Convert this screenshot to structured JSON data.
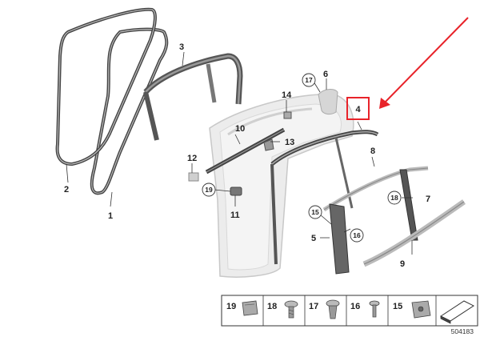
{
  "diagram": {
    "colors": {
      "highlight": "#e8232a",
      "line": "#333333",
      "seal": "#555555",
      "door": "#e6e6e6"
    },
    "callouts": {
      "n1": "1",
      "n2": "2",
      "n3": "3",
      "n4": "4",
      "n5": "5",
      "n6": "6",
      "n7": "7",
      "n8": "8",
      "n9": "9",
      "n10": "10",
      "n11": "11",
      "n12": "12",
      "n13": "13",
      "n14": "14",
      "n15": "15",
      "n16": "16",
      "n17": "17",
      "n18": "18",
      "n19": "19"
    },
    "legend": {
      "items": [
        {
          "label": "19",
          "icon": "clip-icon"
        },
        {
          "label": "18",
          "icon": "screw-icon"
        },
        {
          "label": "17",
          "icon": "expanding-rivet-icon"
        },
        {
          "label": "16",
          "icon": "pin-icon"
        },
        {
          "label": "15",
          "icon": "nut-clip-icon"
        },
        {
          "label": "",
          "icon": "wedge-icon"
        }
      ]
    },
    "diagram_number": "504183",
    "highlighted_part": "4"
  }
}
